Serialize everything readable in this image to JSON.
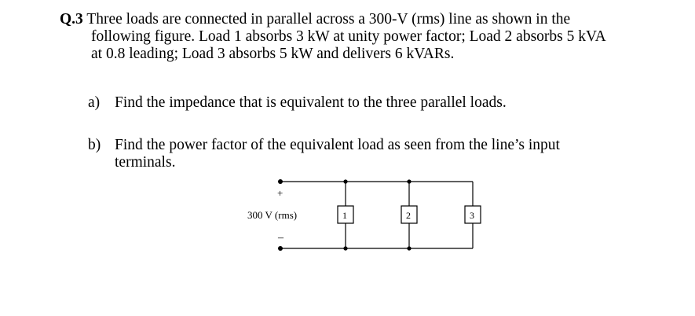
{
  "question": {
    "number": "Q.3",
    "lines": [
      "Three loads are connected in parallel across a 300-V (rms) line as shown in the",
      "following figure. Load 1 absorbs 3 kW at unity power factor; Load 2 absorbs 5 kVA",
      "at 0.8 leading; Load 3 absorbs 5 kW and delivers 6 kVARs."
    ]
  },
  "parts": [
    {
      "label": "a)",
      "lines": [
        "Find the impedance that is equivalent to the three parallel loads."
      ]
    },
    {
      "label": "b)",
      "lines": [
        "Find the power factor of the equivalent load as seen from the line’s input",
        "terminals."
      ]
    }
  ],
  "figure": {
    "source_label": "300 V (rms)",
    "plus": "+",
    "minus": "–",
    "load_labels": [
      "1",
      "2",
      "3"
    ]
  }
}
